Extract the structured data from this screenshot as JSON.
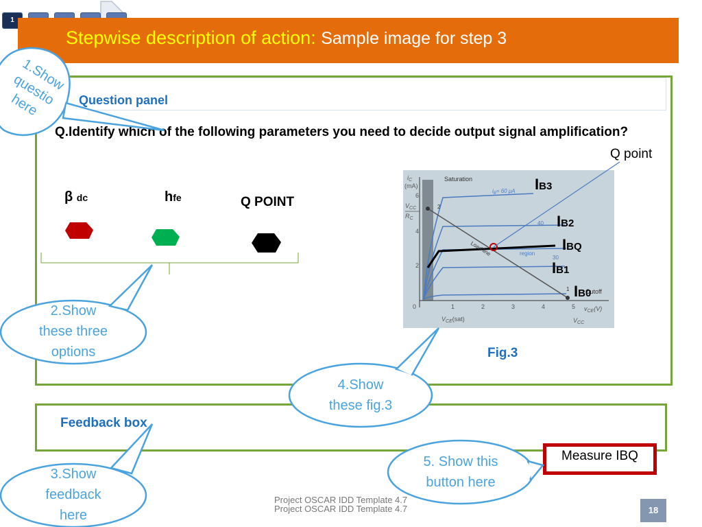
{
  "step_nav": {
    "active_label": "1"
  },
  "header": {
    "title": "Stepwise description of action:",
    "subtitle": "Sample image for step 3"
  },
  "question_panel": {
    "label": "Question panel",
    "question": "Q.Identify which of the following parameters you need to  decide output signal amplification?"
  },
  "options": [
    {
      "symbol": "β",
      "subscript": "dc",
      "color": "#c00000"
    },
    {
      "symbol": "h",
      "subscript": "fe",
      "color": "#00b050"
    },
    {
      "symbol": "Q POINT",
      "subscript": "",
      "color": "#000000"
    }
  ],
  "figure": {
    "caption": "Fig.3",
    "q_point_label": "Q point",
    "curve_labels": [
      {
        "main": "I",
        "sub": "B3"
      },
      {
        "main": "I",
        "sub": "B2"
      },
      {
        "main": "I",
        "sub": "BQ"
      },
      {
        "main": "I",
        "sub": "B1"
      },
      {
        "main": "I",
        "sub": "B0"
      }
    ],
    "graph_text": {
      "saturation": "Saturation",
      "ic": "i",
      "ic_sub": "C",
      "ma": "(mA)",
      "vcc_rc_top": "V",
      "vcc_rc_top_sub": "CC",
      "vcc_rc_bottom": "R",
      "vcc_rc_bottom_sub": "C",
      "ib_legend": "i",
      "ib_legend_sub": "B",
      "ib_legend_value": "= 60 μA",
      "curve_40": "40",
      "curve_30": "30",
      "curve_1": "1",
      "curve_2": "2",
      "load_line": "Load line",
      "region": "region",
      "cutoff": "Cutoff",
      "vce": "v",
      "vce_sub": "CE",
      "vce_unit": "(V)",
      "vce_sat": "V",
      "vce_sat_sub": "CE",
      "vce_sat_suffix": "(sat)",
      "vcc_axis": "V",
      "vcc_axis_sub": "CC",
      "x_ticks": [
        "0",
        "1",
        "2",
        "3",
        "4",
        "5"
      ],
      "y_ticks": [
        "2",
        "4",
        "6"
      ]
    }
  },
  "feedback_panel": {
    "label": "Feedback box"
  },
  "measure_button": {
    "label": "Measure IBQ"
  },
  "callouts": {
    "c1": [
      "1.Show",
      "questio",
      "here"
    ],
    "c2": [
      "2.Show",
      "these  three",
      "options"
    ],
    "c3": [
      "3.Show",
      "feedback",
      "here"
    ],
    "c4": [
      "4.Show",
      "these   fig.3"
    ],
    "c5": [
      "5. Show this",
      "button here"
    ]
  },
  "footer": {
    "line1": "Project OSCAR IDD Template 4.7",
    "line2": "Project OSCAR IDD Template 4.7",
    "page": "18"
  },
  "colors": {
    "header": "#e46c0a",
    "title": "#ffff00",
    "panel_border": "#76a53a",
    "label_blue": "#1f6fc1",
    "button_border": "#c00000",
    "callout": "#4aa3df"
  }
}
